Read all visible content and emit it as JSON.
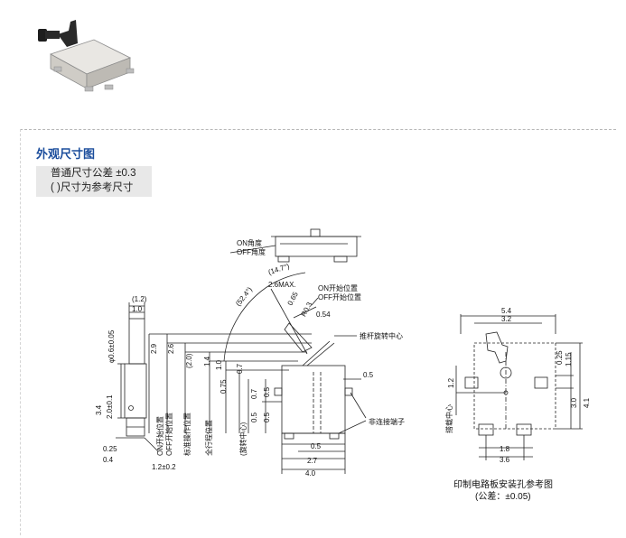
{
  "section": {
    "title": "外观尺寸图",
    "tolerance_lines": [
      "普通尺寸公差 ±0.3",
      "( )尺寸为参考尺寸"
    ]
  },
  "angle_labels": {
    "on_angle": "ON角度",
    "off_angle": "OFF角度",
    "angle_52": "(52.4°)",
    "angle_14": "(14.7°)"
  },
  "left_view": {
    "dims": {
      "d1_2": "(1.2)",
      "d1_0": "1.0",
      "d0_6": "φ0.6±0.05",
      "d3_4": "3.4",
      "d2_0": "2.0±0.1",
      "d0_25": "0.25",
      "d0_4": "0.4",
      "d1_2b": "1.2±0.2"
    },
    "position_labels": {
      "on_start": "ON开始位置",
      "off_start": "OFF开始位置",
      "standard": "标准操作位置",
      "full_travel": "全行程位置",
      "rotation": "(旋转中心)"
    },
    "heights": {
      "h2_9": "2.9",
      "h2_6": "2.6",
      "h2_0": "(2.0)",
      "h1_4": "1.4",
      "h1_0": "1.0",
      "h0_75": "0.75",
      "h0_7": "0.7"
    }
  },
  "front_view": {
    "dims": {
      "max26": "2.6MAX.",
      "d0_65": "0.65",
      "r0_3": "R0.3",
      "d0_54": "0.54",
      "d0_5_right": "0.5",
      "d0_7": "0.7",
      "d0_5_mid": "0.5",
      "d0_5_low": "0.5",
      "d0_5_left": "0.5",
      "d0_5_bottom": "0.5",
      "d2_7": "2.7",
      "d4_0": "4.0"
    },
    "labels": {
      "on_start": "ON开始位置",
      "off_start": "OFF开始位置",
      "lever_center": "推杆旋转中心",
      "non_connect": "非连接端子"
    }
  },
  "pcb_view": {
    "dims": {
      "d5_4": "5.4",
      "d3_2": "3.2",
      "d0_25": "0.25",
      "d1_15": "1.15",
      "d1_2": "1.2",
      "d3_0": "3.0",
      "d4_1": "4.1",
      "d1_8": "1.8",
      "d3_6": "3.6"
    },
    "labels": {
      "mount_center": "搭载中心",
      "caption": "印制电路板安装孔参考图",
      "tolerance": "(公差：±0.05)"
    }
  }
}
